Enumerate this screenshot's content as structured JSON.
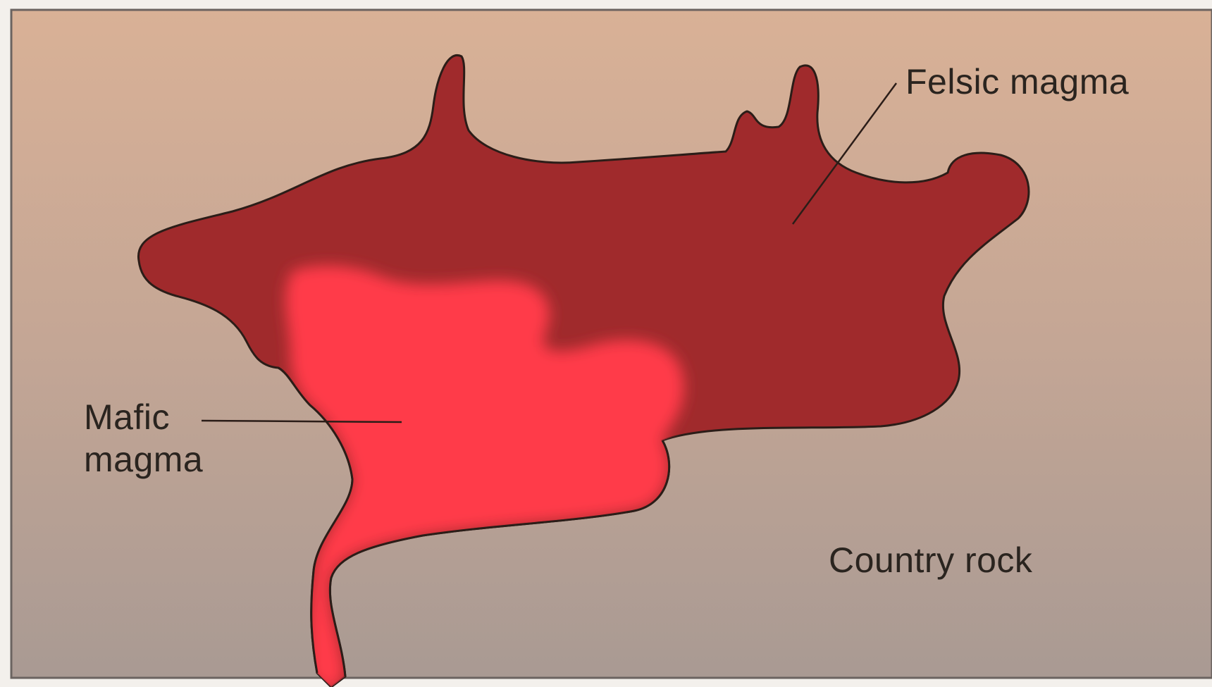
{
  "diagram": {
    "labels": {
      "felsic": "Felsic magma",
      "mafic_line1": "Mafic",
      "mafic_line2": "magma",
      "country": "Country rock"
    },
    "colors": {
      "background_top": "#d6ad90",
      "background_bottom": "#a99991",
      "felsic_fill": "#a02a2c",
      "mafic_fill": "#ff3b4a",
      "outline": "#2b1d18",
      "text": "#2a241f"
    }
  }
}
